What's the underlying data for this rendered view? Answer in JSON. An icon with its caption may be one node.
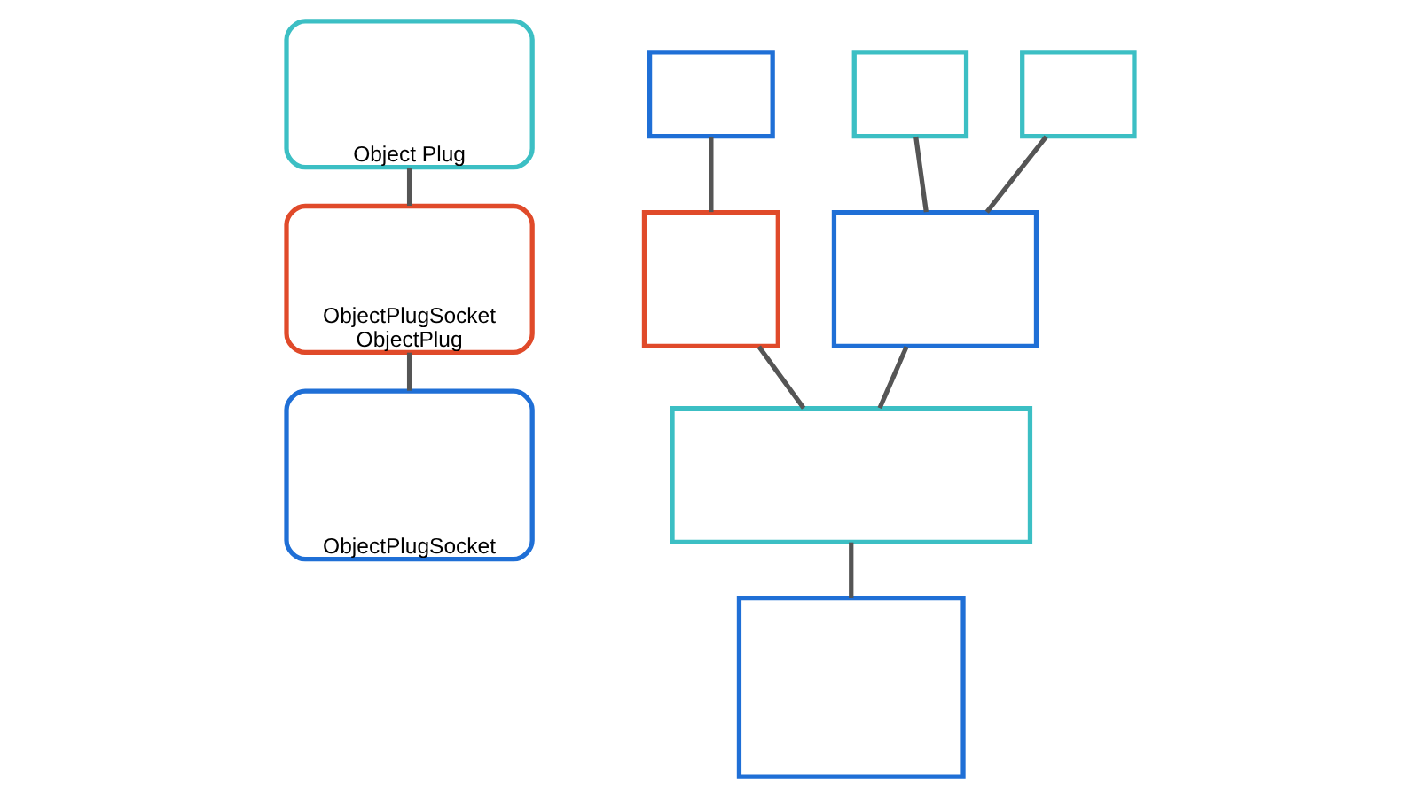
{
  "diagram": {
    "nodes": [
      {
        "text": [
          "Object Plug"
        ]
      },
      {
        "text": [
          "ObjectPlugSocket",
          "ObjectPlug"
        ]
      },
      {
        "text": [
          "ObjectPlugSocket"
        ]
      },
      {
        "text": [],
        "shape": "box"
      },
      {
        "text": [],
        "shape": "box"
      },
      {
        "text": [],
        "shape": "box"
      },
      {
        "text": [],
        "shape": "box"
      },
      {
        "text": [],
        "shape": "box"
      },
      {
        "text": [],
        "shape": "box"
      },
      {
        "text": [],
        "shape": "box"
      }
    ],
    "edges": [
      {
        "from": 0,
        "to": 1,
        "arrow": "none"
      },
      {
        "from": 1,
        "to": 2,
        "arrow": "none"
      },
      {
        "from": 3,
        "to": 6,
        "arrow": "none"
      },
      {
        "from": 4,
        "to": 7,
        "arrow": "none"
      },
      {
        "from": 5,
        "to": 7,
        "arrow": "none"
      },
      {
        "from": 6,
        "to": 8,
        "arrow": "none"
      },
      {
        "from": 7,
        "to": 8,
        "arrow": "none"
      },
      {
        "from": 8,
        "to": 9,
        "arrow": "none"
      }
    ]
  }
}
